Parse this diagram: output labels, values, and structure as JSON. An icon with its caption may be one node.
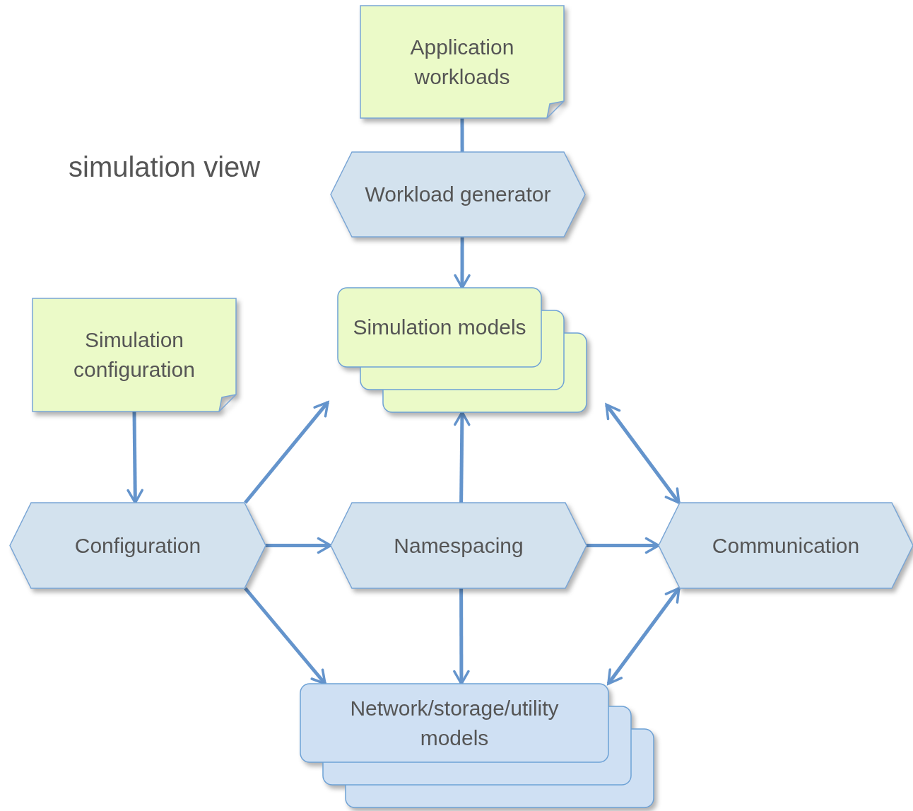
{
  "diagram": {
    "title": "simulation view",
    "nodes": [
      {
        "text": [
          "Application workloads"
        ]
      },
      {
        "text": [
          "Workload generator"
        ]
      },
      {
        "text": [
          "Simulation models"
        ]
      },
      {
        "text": [
          "Simulation configuration"
        ]
      },
      {
        "text": [
          "Configuration"
        ]
      },
      {
        "text": [
          "Namespacing"
        ]
      },
      {
        "text": [
          "Communication"
        ]
      },
      {
        "text": [
          "Network/storage/utility models"
        ]
      }
    ],
    "edges": [
      {
        "from": 0,
        "to": 1,
        "arrow": "none"
      },
      {
        "from": 1,
        "to": 2,
        "arrow": "to"
      },
      {
        "from": 3,
        "to": 4,
        "arrow": "to"
      },
      {
        "from": 4,
        "to": 2,
        "arrow": "to"
      },
      {
        "from": 4,
        "to": 5,
        "arrow": "to"
      },
      {
        "from": 4,
        "to": 7,
        "arrow": "to"
      },
      {
        "from": 5,
        "to": 2,
        "arrow": "to"
      },
      {
        "from": 5,
        "to": 6,
        "arrow": "to"
      },
      {
        "from": 5,
        "to": 7,
        "arrow": "to"
      },
      {
        "from": 2,
        "to": 6,
        "arrow": "both"
      },
      {
        "from": 6,
        "to": 7,
        "arrow": "both"
      }
    ]
  }
}
